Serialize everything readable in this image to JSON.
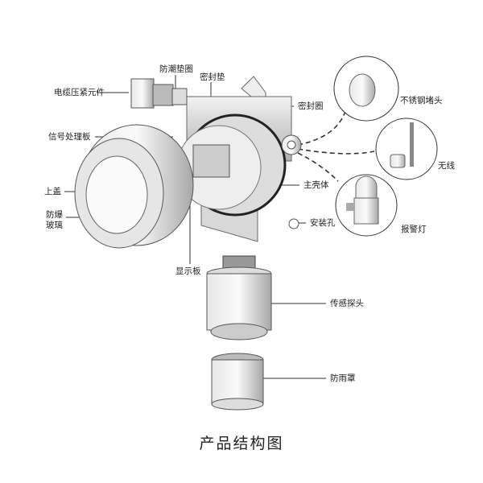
{
  "labels": {
    "moisture_gasket": "防潮垫圈",
    "seal_pad": "密封垫",
    "cable_gland": "电缆压紧元件",
    "seal_ring": "密封圈",
    "steel_plug": "不锈钢堵头",
    "signal_board": "信号处理板",
    "wireless": "无线",
    "main_housing": "主壳体",
    "top_cover": "上盖",
    "glass_line1": "防爆",
    "glass_line2": "玻璃",
    "mount_hole": "安装孔",
    "alarm_light": "报警灯",
    "display_board": "显示板",
    "sensor_probe": "传感探头",
    "rain_cover": "防雨罩"
  },
  "title": "产品结构图"
}
